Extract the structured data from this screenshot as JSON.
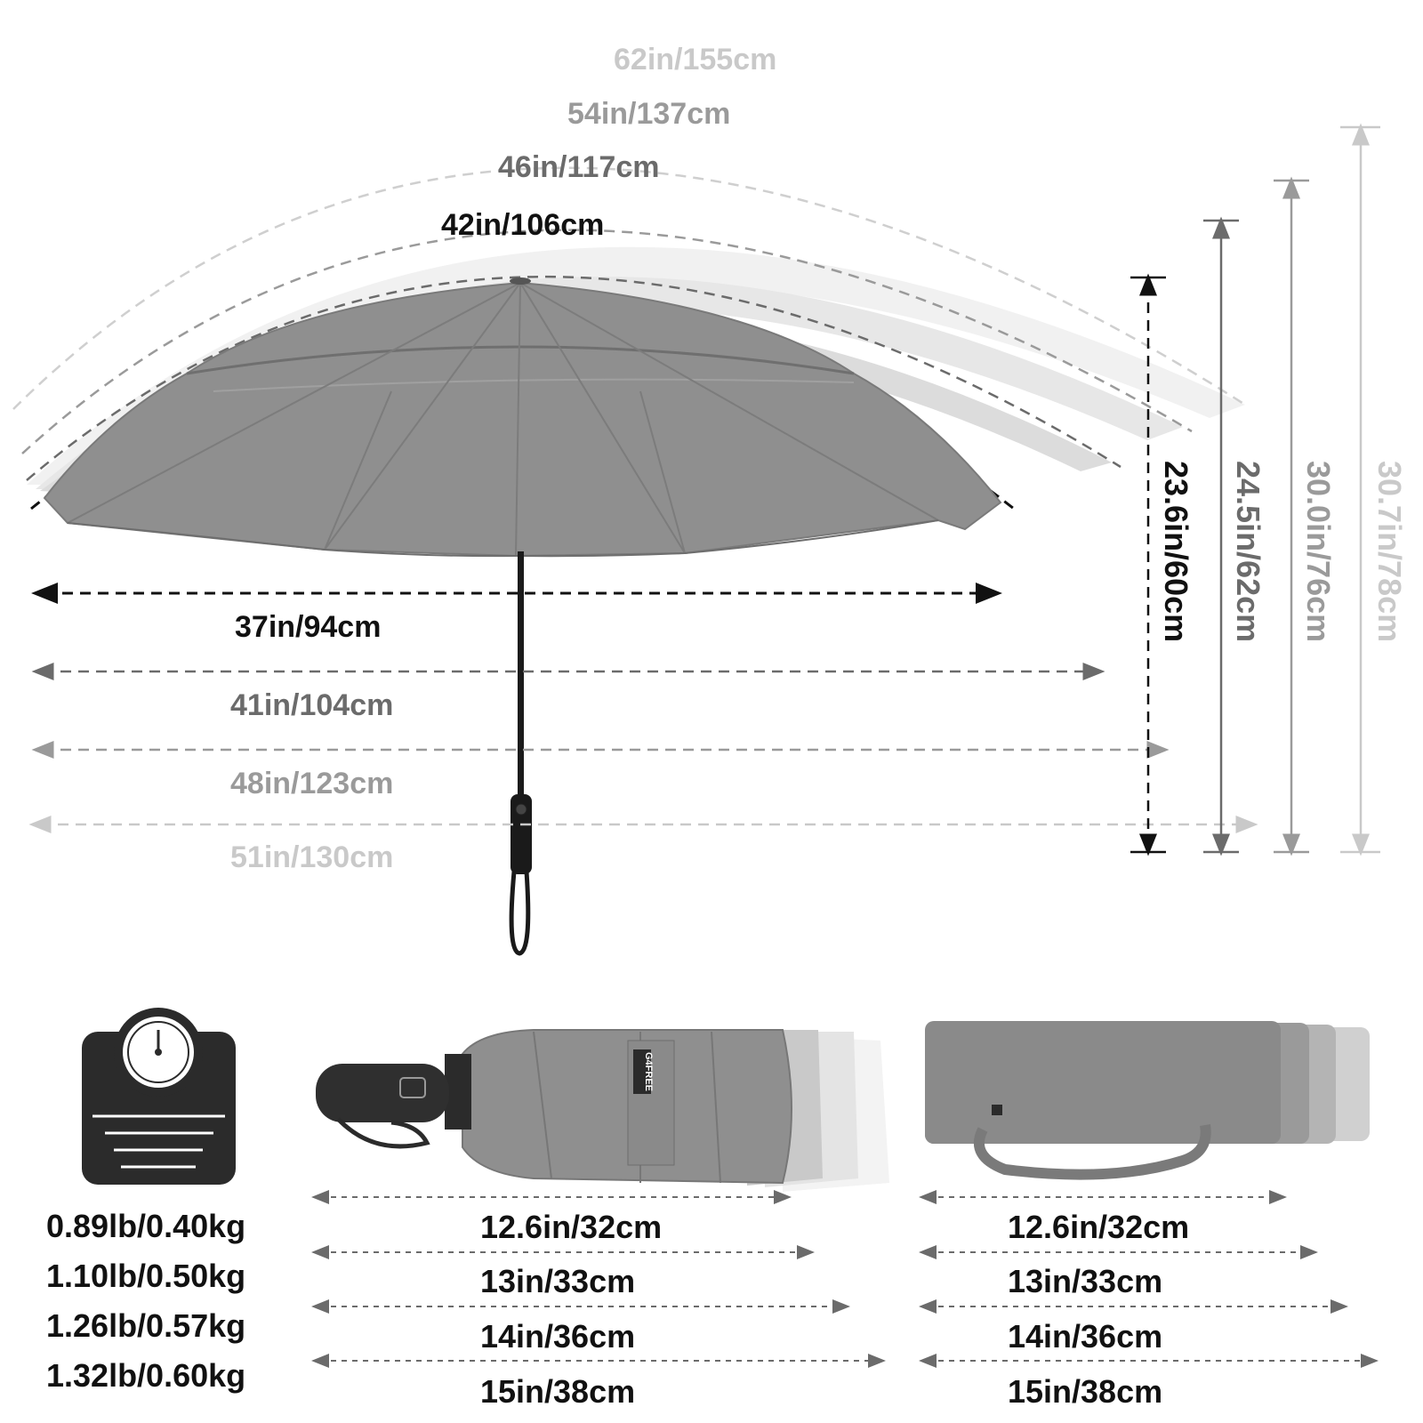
{
  "canopy_arc_labels": [
    "62in/155cm",
    "54in/137cm",
    "46in/117cm",
    "42in/106cm"
  ],
  "width_labels": [
    "37in/94cm",
    "41in/104cm",
    "48in/123cm",
    "51in/130cm"
  ],
  "height_labels": [
    "23.6in/60cm",
    "24.5in/62cm",
    "30.0in/76cm",
    "30.7in/78cm"
  ],
  "weights": [
    "0.89lb/0.40kg",
    "1.10lb/0.50kg",
    "1.26lb/0.57kg",
    "1.32lb/0.60kg"
  ],
  "folded_lengths": [
    "12.6in/32cm",
    "13in/33cm",
    "14in/36cm",
    "15in/38cm"
  ],
  "sleeve_lengths": [
    "12.6in/32cm",
    "13in/33cm",
    "14in/36cm",
    "15in/38cm"
  ],
  "brand_mark": "G4FREE",
  "icons": {
    "scale": "weight-scale-icon"
  },
  "colors": {
    "canopy": "#8f8f8f",
    "outline": "#111111",
    "level_dark": "#6b6b6b",
    "level_mid": "#9a9a9a",
    "level_light": "#c9c9c9"
  }
}
